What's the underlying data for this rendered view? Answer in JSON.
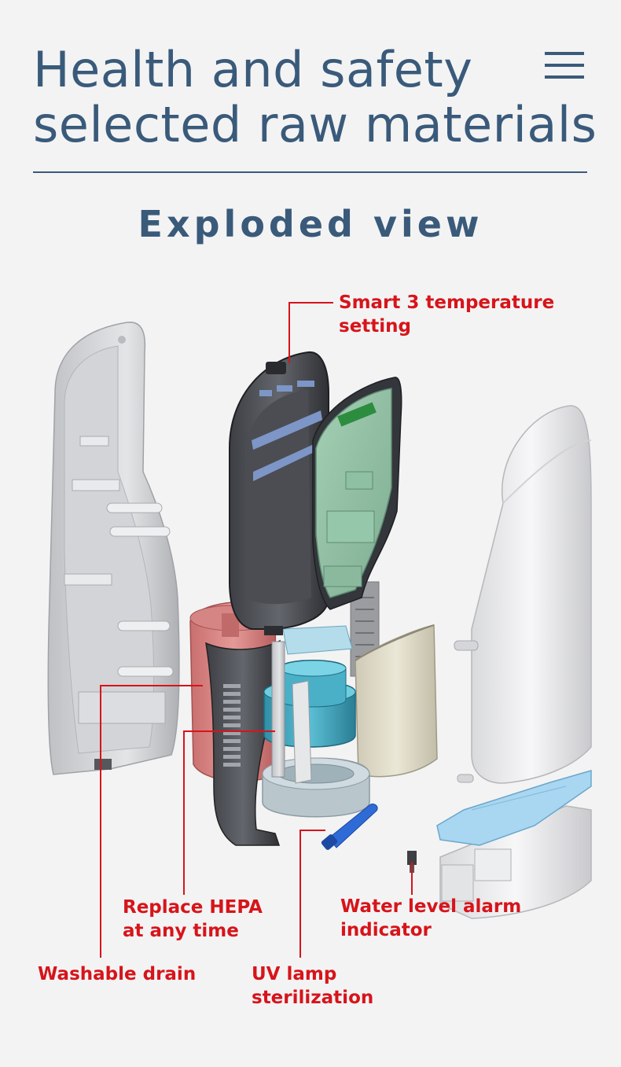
{
  "header": {
    "title_line1": "Health and safety",
    "title_line2": "selected raw materials",
    "subtitle": "Exploded view"
  },
  "menu": {
    "icon": "hamburger-menu-icon"
  },
  "colors": {
    "heading": "#3a5a7a",
    "callout": "#d7141a",
    "background": "#f3f3f4"
  },
  "labels": {
    "temperature": {
      "line1": "Smart 3 temperature",
      "line2": "setting"
    },
    "hepa": {
      "line1": "Replace HEPA",
      "line2": "at any time"
    },
    "drain": {
      "line1": "Washable drain"
    },
    "uv": {
      "line1": "UV lamp",
      "line2": "sterilization"
    },
    "water": {
      "line1": "Water level alarm",
      "line2": "indicator"
    }
  }
}
